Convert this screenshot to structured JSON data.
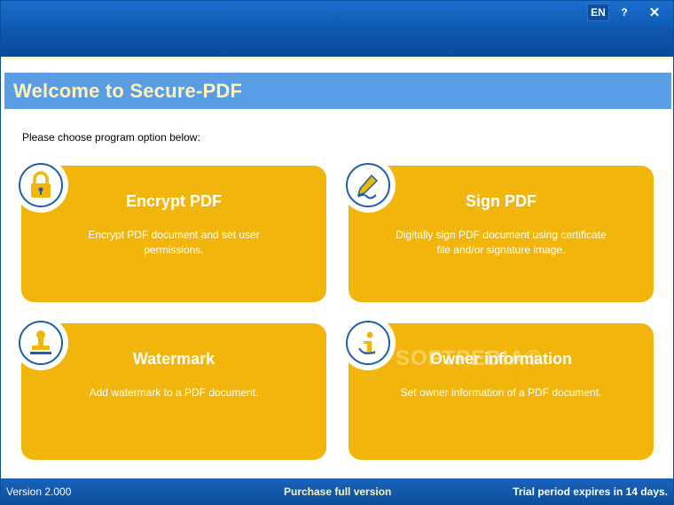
{
  "titlebar": {
    "lang_label": "EN",
    "help_label": "?",
    "close_label": "✕"
  },
  "header": {
    "title": "Welcome to Secure-PDF"
  },
  "main": {
    "instruction": "Please choose program option below:",
    "cards": [
      {
        "title": "Encrypt PDF",
        "desc": "Encrypt PDF document and set user permissions.",
        "icon": "lock-icon"
      },
      {
        "title": "Sign PDF",
        "desc": "Digitally sign PDF document using certificate file and/or signature image.",
        "icon": "pen-icon"
      },
      {
        "title": "Watermark",
        "desc": "Add watermark to a PDF document.",
        "icon": "stamp-icon"
      },
      {
        "title": "Owner information",
        "desc": "Set owner information of a PDF document.",
        "icon": "info-icon"
      }
    ]
  },
  "status": {
    "version": "Version 2.000",
    "purchase": "Purchase full version",
    "trial": "Trial period expires in 14 days."
  },
  "overlay": {
    "watermark": "SOFTPEDIA®"
  },
  "colors": {
    "card": "#f1b50c",
    "header_bar": "#5b9de4",
    "title_text": "#fff3b8",
    "icon_blue": "#1d5ea8"
  }
}
